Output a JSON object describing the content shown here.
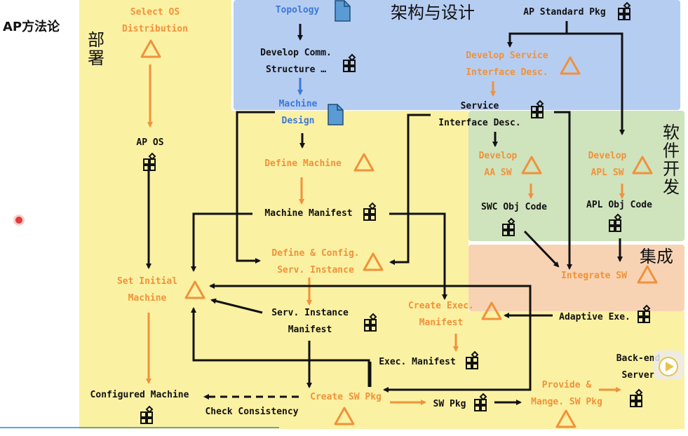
{
  "title": "AP方法论",
  "zones": {
    "deploy": "部署",
    "architecture": "架构与设计",
    "software_dev": "软件开发",
    "integration": "集成"
  },
  "nodes": {
    "select_os": "Select OS\nDistribution",
    "ap_os": "AP OS",
    "set_initial_machine": "Set Initial\nMachine",
    "configured_machine": "Configured Machine",
    "topology": "Topology",
    "develop_comm": "Develop Comm.\nStructure …",
    "machine_design": "Machine\nDesign",
    "define_machine": "Define Machine",
    "machine_manifest": "Machine Manifest",
    "define_config_serv": "Define & Config.\nServ. Instance",
    "serv_instance_manifest": "Serv. Instance\nManifest",
    "check_consistency": "Check Consistency",
    "create_sw_pkg": "Create SW Pkg",
    "ap_standard_pkg": "AP Standard Pkg",
    "develop_service_if": "Develop Service\nInterface Desc.",
    "service_if_desc": "Service\nInterface Desc.",
    "develop_aa_sw": "Develop\nAA SW",
    "swc_obj_code": "SWC Obj Code",
    "develop_apl_sw": "Develop\nAPL SW",
    "apl_obj_code": "APL Obj Code",
    "integrate_sw": "Integrate SW",
    "adaptive_exe": "Adaptive Exe.",
    "create_exec_manifest": "Create Exec.\nManifest",
    "exec_manifest": "Exec. Manifest",
    "sw_pkg": "SW Pkg",
    "provide_manage": "Provide &\nMange. SW Pkg",
    "backend_server": "Back-end\nServer"
  },
  "colors": {
    "deploy_bg": "#fbf1a3",
    "arch_bg": "#b6cdf2",
    "dev_bg": "#cfe3bd",
    "integ_bg": "#f8d3b3",
    "activity": "#f0923a",
    "arrow_black": "#111111",
    "arrow_orange": "#f0923a",
    "arrow_blue": "#3c78d8"
  },
  "icons": {
    "activity": "triangle-icon",
    "artifact": "work-product-icon",
    "document": "document-icon"
  }
}
